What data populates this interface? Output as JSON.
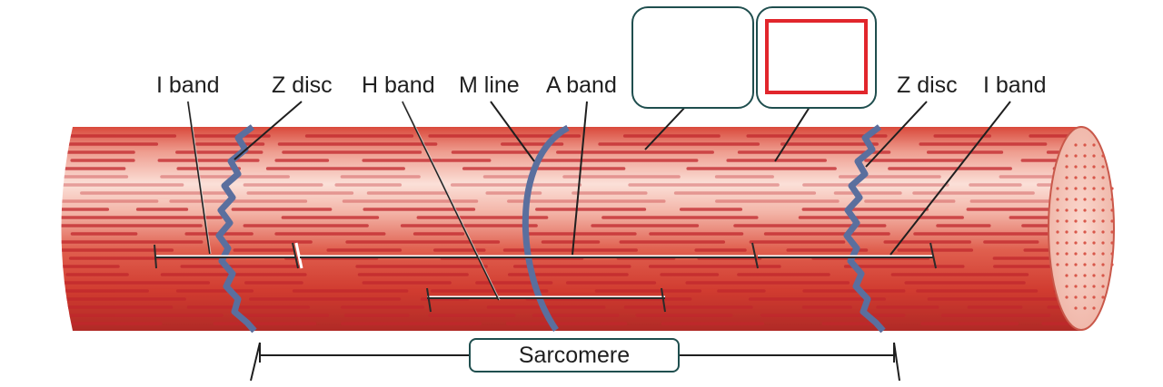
{
  "labels": {
    "i_band_left": "I band",
    "z_disc_left": "Z disc",
    "h_band": "H band",
    "m_line": "M line",
    "a_band": "A band",
    "z_disc_right": "Z disc",
    "i_band_right": "I band",
    "sarcomere": "Sarcomere"
  },
  "answer_boxes": [
    {
      "text": "",
      "highlighted": false
    },
    {
      "text": "",
      "highlighted": true
    }
  ],
  "colors": {
    "muscle_light": "#f5c4bb",
    "muscle_mid": "#e06352",
    "muscle_dark": "#c1272d",
    "z_disc": "#5a6f9e",
    "box_border": "#1f4e4e",
    "highlight": "#e1262c"
  }
}
